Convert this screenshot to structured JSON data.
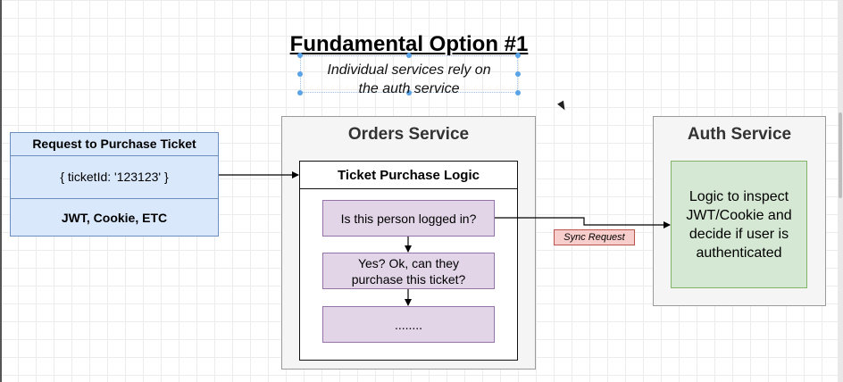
{
  "title": "Fundamental Option #1",
  "subtitle_line1": "Individual services rely on",
  "subtitle_line2": "the auth service",
  "request": {
    "header": "Request to Purchase Ticket",
    "body": "{ ticketId: '123123' }",
    "footer": "JWT, Cookie, ETC"
  },
  "orders_service": {
    "title": "Orders Service",
    "logic_title": "Ticket Purchase Logic",
    "step1": "Is this person logged in?",
    "step2_line1": "Yes? Ok, can they",
    "step2_line2": "purchase this ticket?",
    "step3": "........"
  },
  "auth_service": {
    "title": "Auth Service",
    "logic_line1": "Logic to inspect",
    "logic_line2": "JWT/Cookie and",
    "logic_line3": "decide if user is",
    "logic_line4": "authenticated"
  },
  "sync_label": "Sync Request",
  "colors": {
    "request_fill": "#dae8fc",
    "step_fill": "#e1d5e7",
    "auth_logic_fill": "#d5e8d4",
    "sync_fill": "#f8cecc",
    "service_fill": "#f5f5f5"
  }
}
